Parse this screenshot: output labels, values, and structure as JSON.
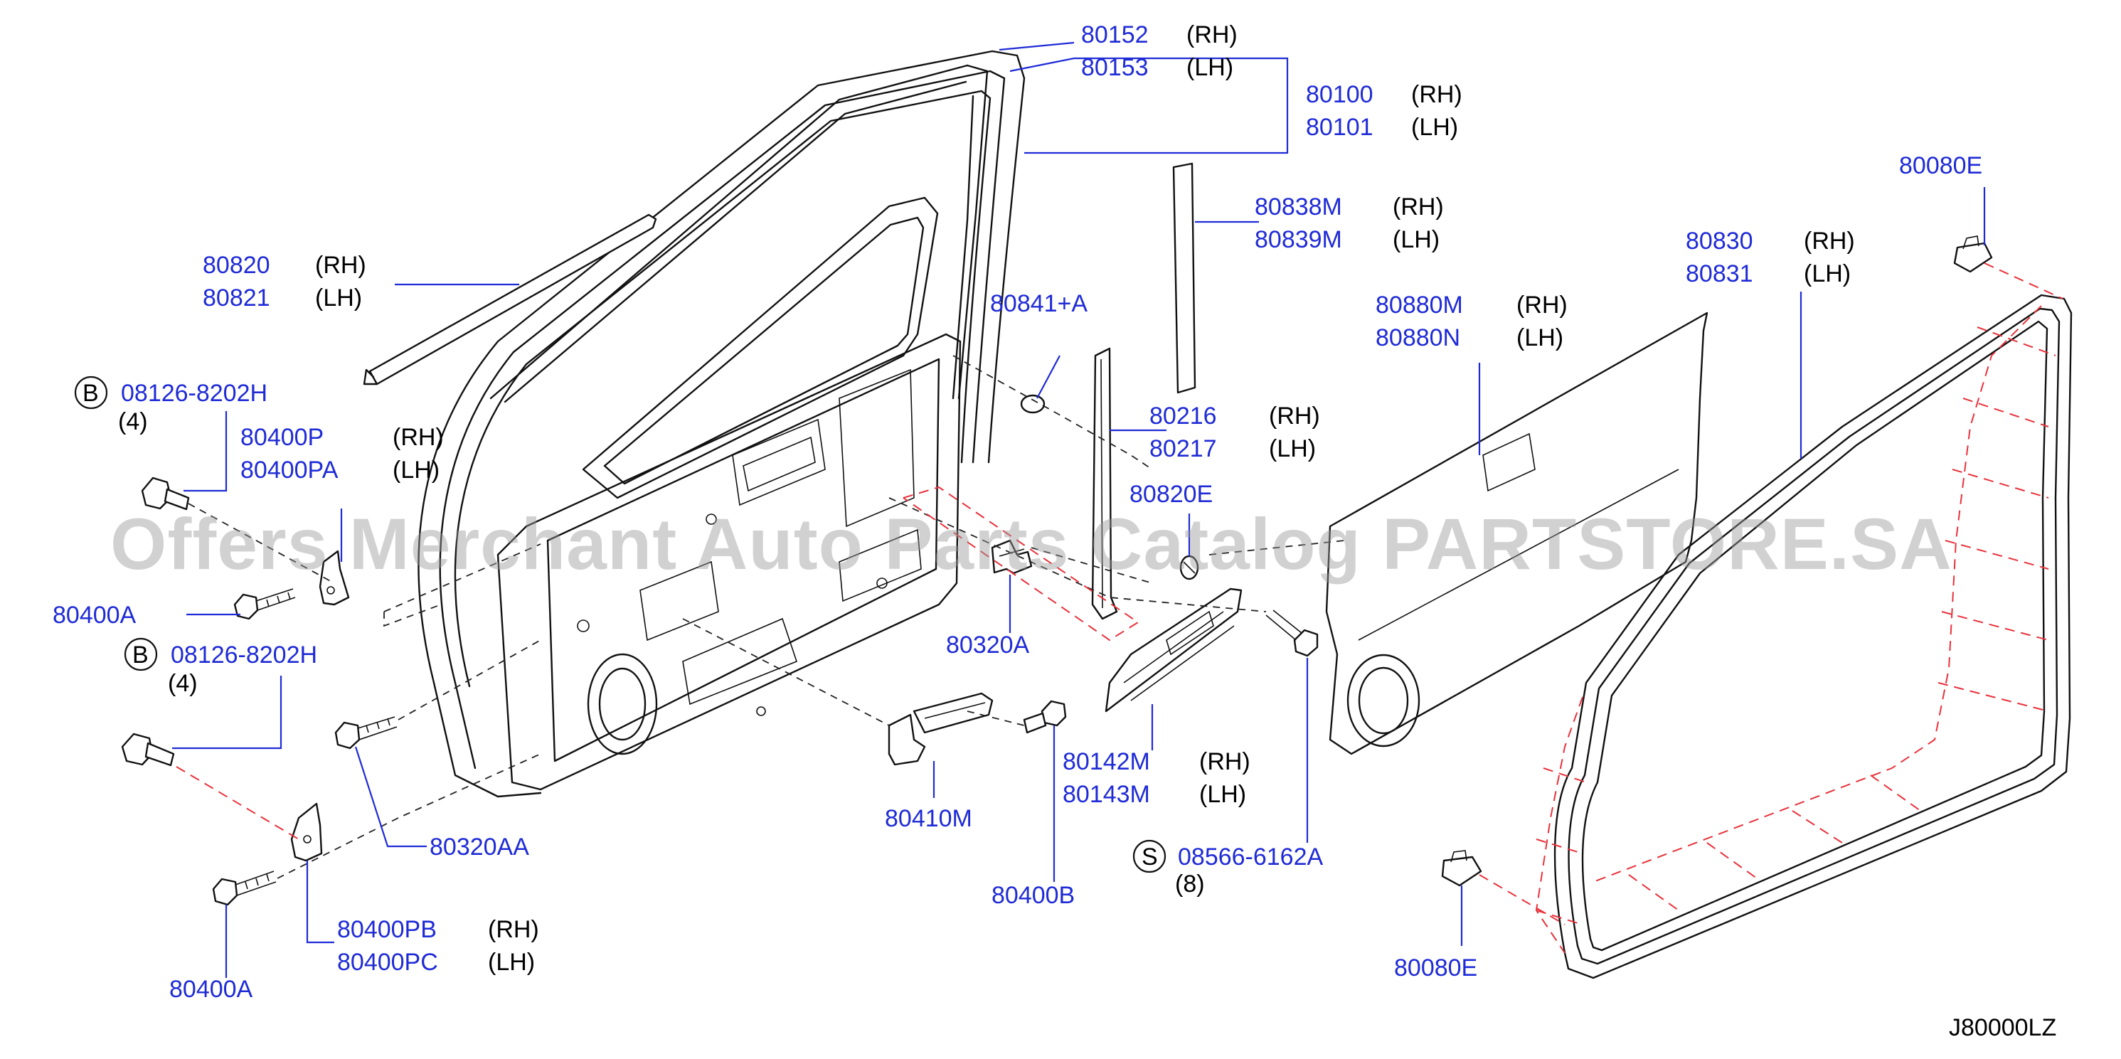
{
  "diagram_title": "",
  "watermark": "Offers Merchant Auto Parts Catalog PARTSTORE.SA",
  "diagram_code": "J80000LZ",
  "colors": {
    "part_number": "#1f2bd6",
    "side_text": "#000000",
    "leader": "#1f2bd6",
    "dashed_red": "#e8323c",
    "watermark": "#9a9a9a"
  },
  "labels": {
    "c80152": {
      "num": "80152",
      "side": "(RH)"
    },
    "c80153": {
      "num": "80153",
      "side": "(LH)"
    },
    "c80100": {
      "num": "80100",
      "side": "(RH)"
    },
    "c80101": {
      "num": "80101",
      "side": "(LH)"
    },
    "c80838m": {
      "num": "80838M",
      "side": "(RH)"
    },
    "c80839m": {
      "num": "80839M",
      "side": "(LH)"
    },
    "c80820": {
      "num": "80820",
      "side": "(RH)"
    },
    "c80821": {
      "num": "80821",
      "side": "(LH)"
    },
    "c80841a": {
      "num": "80841+A"
    },
    "b08126_top": {
      "badge": "B",
      "num": "08126-8202H",
      "qty": "(4)"
    },
    "c80400p": {
      "num": "80400P",
      "side": "(RH)"
    },
    "c80400pa": {
      "num": "80400PA",
      "side": "(LH)"
    },
    "c80216": {
      "num": "80216",
      "side": "(RH)"
    },
    "c80217": {
      "num": "80217",
      "side": "(LH)"
    },
    "c80880m": {
      "num": "80880M",
      "side": "(RH)"
    },
    "c80880n": {
      "num": "80880N",
      "side": "(LH)"
    },
    "c80830": {
      "num": "80830",
      "side": "(RH)"
    },
    "c80831": {
      "num": "80831",
      "side": "(LH)"
    },
    "c80080e_top": {
      "num": "80080E"
    },
    "c80820e": {
      "num": "80820E"
    },
    "c80400a_top": {
      "num": "80400A"
    },
    "b08126_mid": {
      "badge": "B",
      "num": "08126-8202H",
      "qty": "(4)"
    },
    "c80320a": {
      "num": "80320A"
    },
    "c80142m": {
      "num": "80142M",
      "side": "(RH)"
    },
    "c80143m": {
      "num": "80143M",
      "side": "(LH)"
    },
    "c80410m": {
      "num": "80410M"
    },
    "c80320aa": {
      "num": "80320AA"
    },
    "s08566": {
      "badge": "S",
      "num": "08566-6162A",
      "qty": "(8)"
    },
    "c80400b": {
      "num": "80400B"
    },
    "c80400pb": {
      "num": "80400PB",
      "side": "(RH)"
    },
    "c80400pc": {
      "num": "80400PC",
      "side": "(LH)"
    },
    "c80400a_bot": {
      "num": "80400A"
    },
    "c80080e_bot": {
      "num": "80080E"
    }
  }
}
